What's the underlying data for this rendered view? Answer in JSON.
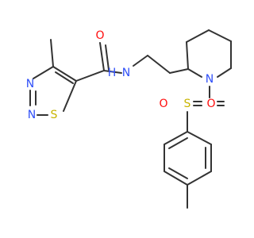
{
  "molecule": {
    "atoms": {
      "O_carbonyl": "O",
      "N_amide": "N",
      "H_amide": "H",
      "N_thiadiazole_a": "N",
      "N_thiadiazole_b": "N",
      "S_thiadiazole": "S",
      "N_piperidine": "N",
      "S_sulfonyl": "S",
      "O_sulfonyl_left": "O",
      "O_sulfonyl_right": "O"
    },
    "colors": {
      "carbon_bond": "#333333",
      "nitrogen": "#3050F8",
      "oxygen": "#FF0D0D",
      "sulfur": "#C8B400"
    }
  }
}
